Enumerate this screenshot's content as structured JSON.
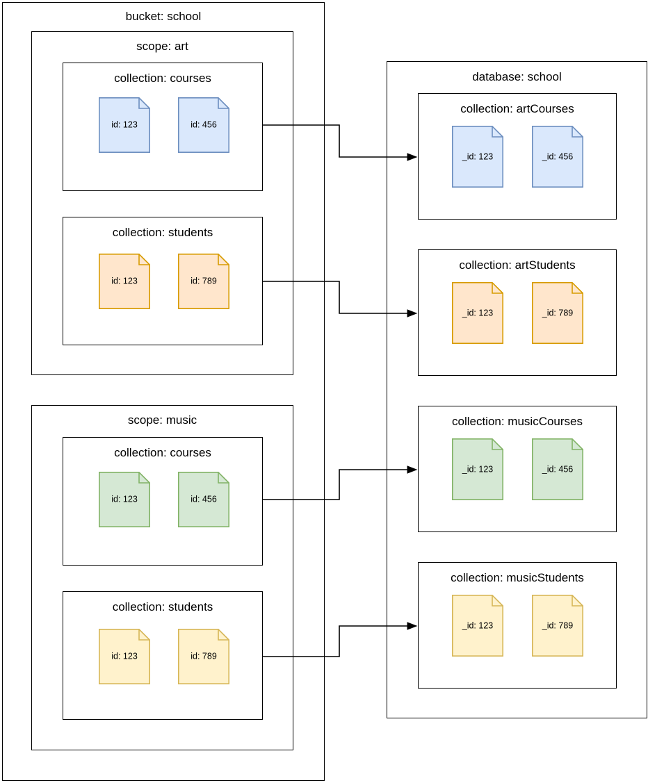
{
  "diagram": {
    "title_bucket": "bucket: school",
    "title_database": "database: school",
    "source_side": {
      "bucket_label": "bucket: school",
      "scopes": [
        {
          "label": "scope: art",
          "collections": [
            {
              "label": "collection: courses",
              "documents": [
                {
                  "label": "id: 123",
                  "fill": "#dae8fc",
                  "stroke": "#6c8ebf"
                },
                {
                  "label": "id: 456",
                  "fill": "#dae8fc",
                  "stroke": "#6c8ebf"
                }
              ]
            },
            {
              "label": "collection: students",
              "documents": [
                {
                  "label": "id: 123",
                  "fill": "#ffe6cc",
                  "stroke": "#d79b00"
                },
                {
                  "label": "id: 789",
                  "fill": "#ffe6cc",
                  "stroke": "#d79b00"
                }
              ]
            }
          ]
        },
        {
          "label": "scope: music",
          "collections": [
            {
              "label": "collection: courses",
              "documents": [
                {
                  "label": "id: 123",
                  "fill": "#d5e8d4",
                  "stroke": "#82b366"
                },
                {
                  "label": "id: 456",
                  "fill": "#d5e8d4",
                  "stroke": "#82b366"
                }
              ]
            },
            {
              "label": "collection: students",
              "documents": [
                {
                  "label": "id: 123",
                  "fill": "#fff2cc",
                  "stroke": "#d6b656"
                },
                {
                  "label": "id: 789",
                  "fill": "#fff2cc",
                  "stroke": "#d6b656"
                }
              ]
            }
          ]
        }
      ]
    },
    "target_side": {
      "database_label": "database: school",
      "collections": [
        {
          "label": "collection: artCourses",
          "documents": [
            {
              "label": "_id: 123",
              "fill": "#dae8fc",
              "stroke": "#6c8ebf"
            },
            {
              "label": "_id: 456",
              "fill": "#dae8fc",
              "stroke": "#6c8ebf"
            }
          ]
        },
        {
          "label": "collection: artStudents",
          "documents": [
            {
              "label": "_id: 123",
              "fill": "#ffe6cc",
              "stroke": "#d79b00"
            },
            {
              "label": "_id: 789",
              "fill": "#ffe6cc",
              "stroke": "#d79b00"
            }
          ]
        },
        {
          "label": "collection: musicCourses",
          "documents": [
            {
              "label": "_id: 123",
              "fill": "#d5e8d4",
              "stroke": "#82b366"
            },
            {
              "label": "_id: 456",
              "fill": "#d5e8d4",
              "stroke": "#82b366"
            }
          ]
        },
        {
          "label": "collection: musicStudents",
          "documents": [
            {
              "label": "_id: 123",
              "fill": "#fff2cc",
              "stroke": "#d6b656"
            },
            {
              "label": "_id: 789",
              "fill": "#fff2cc",
              "stroke": "#d6b656"
            }
          ]
        }
      ]
    },
    "connectors": [
      {
        "from": "art / courses",
        "to": "artCourses"
      },
      {
        "from": "art / students",
        "to": "artStudents"
      },
      {
        "from": "music / courses",
        "to": "musicCourses"
      },
      {
        "from": "music / students",
        "to": "musicStudents"
      }
    ],
    "colors": {
      "outline": "#000000",
      "canvas": "#ffffff",
      "blue_fill": "#dae8fc",
      "blue_stroke": "#6c8ebf",
      "orange_fill": "#ffe6cc",
      "orange_stroke": "#d79b00",
      "green_fill": "#d5e8d4",
      "green_stroke": "#82b366",
      "yellow_fill": "#fff2cc",
      "yellow_stroke": "#d6b656"
    }
  }
}
